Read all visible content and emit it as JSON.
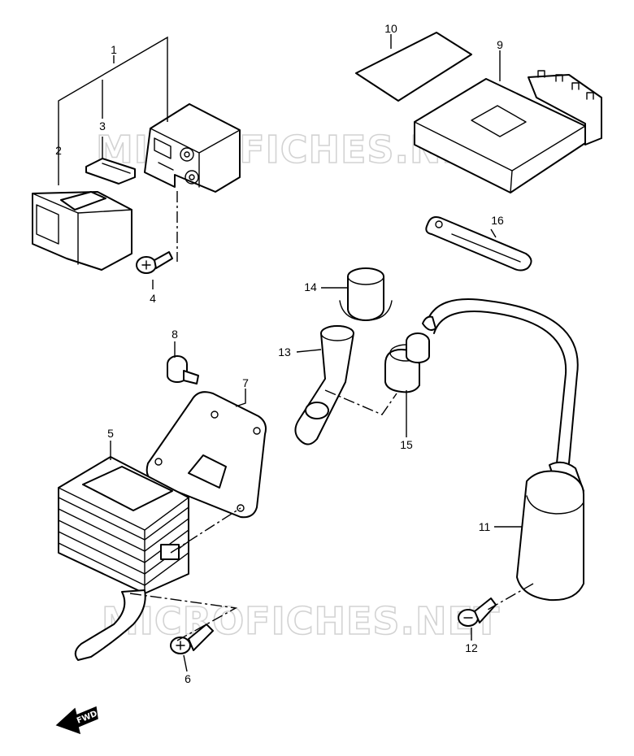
{
  "watermark": "MICROFICHES.NET",
  "fwd_label": "FWD",
  "callouts": [
    "1",
    "2",
    "3",
    "4",
    "5",
    "6",
    "7",
    "8",
    "9",
    "10",
    "11",
    "12",
    "13",
    "14",
    "15",
    "16"
  ]
}
